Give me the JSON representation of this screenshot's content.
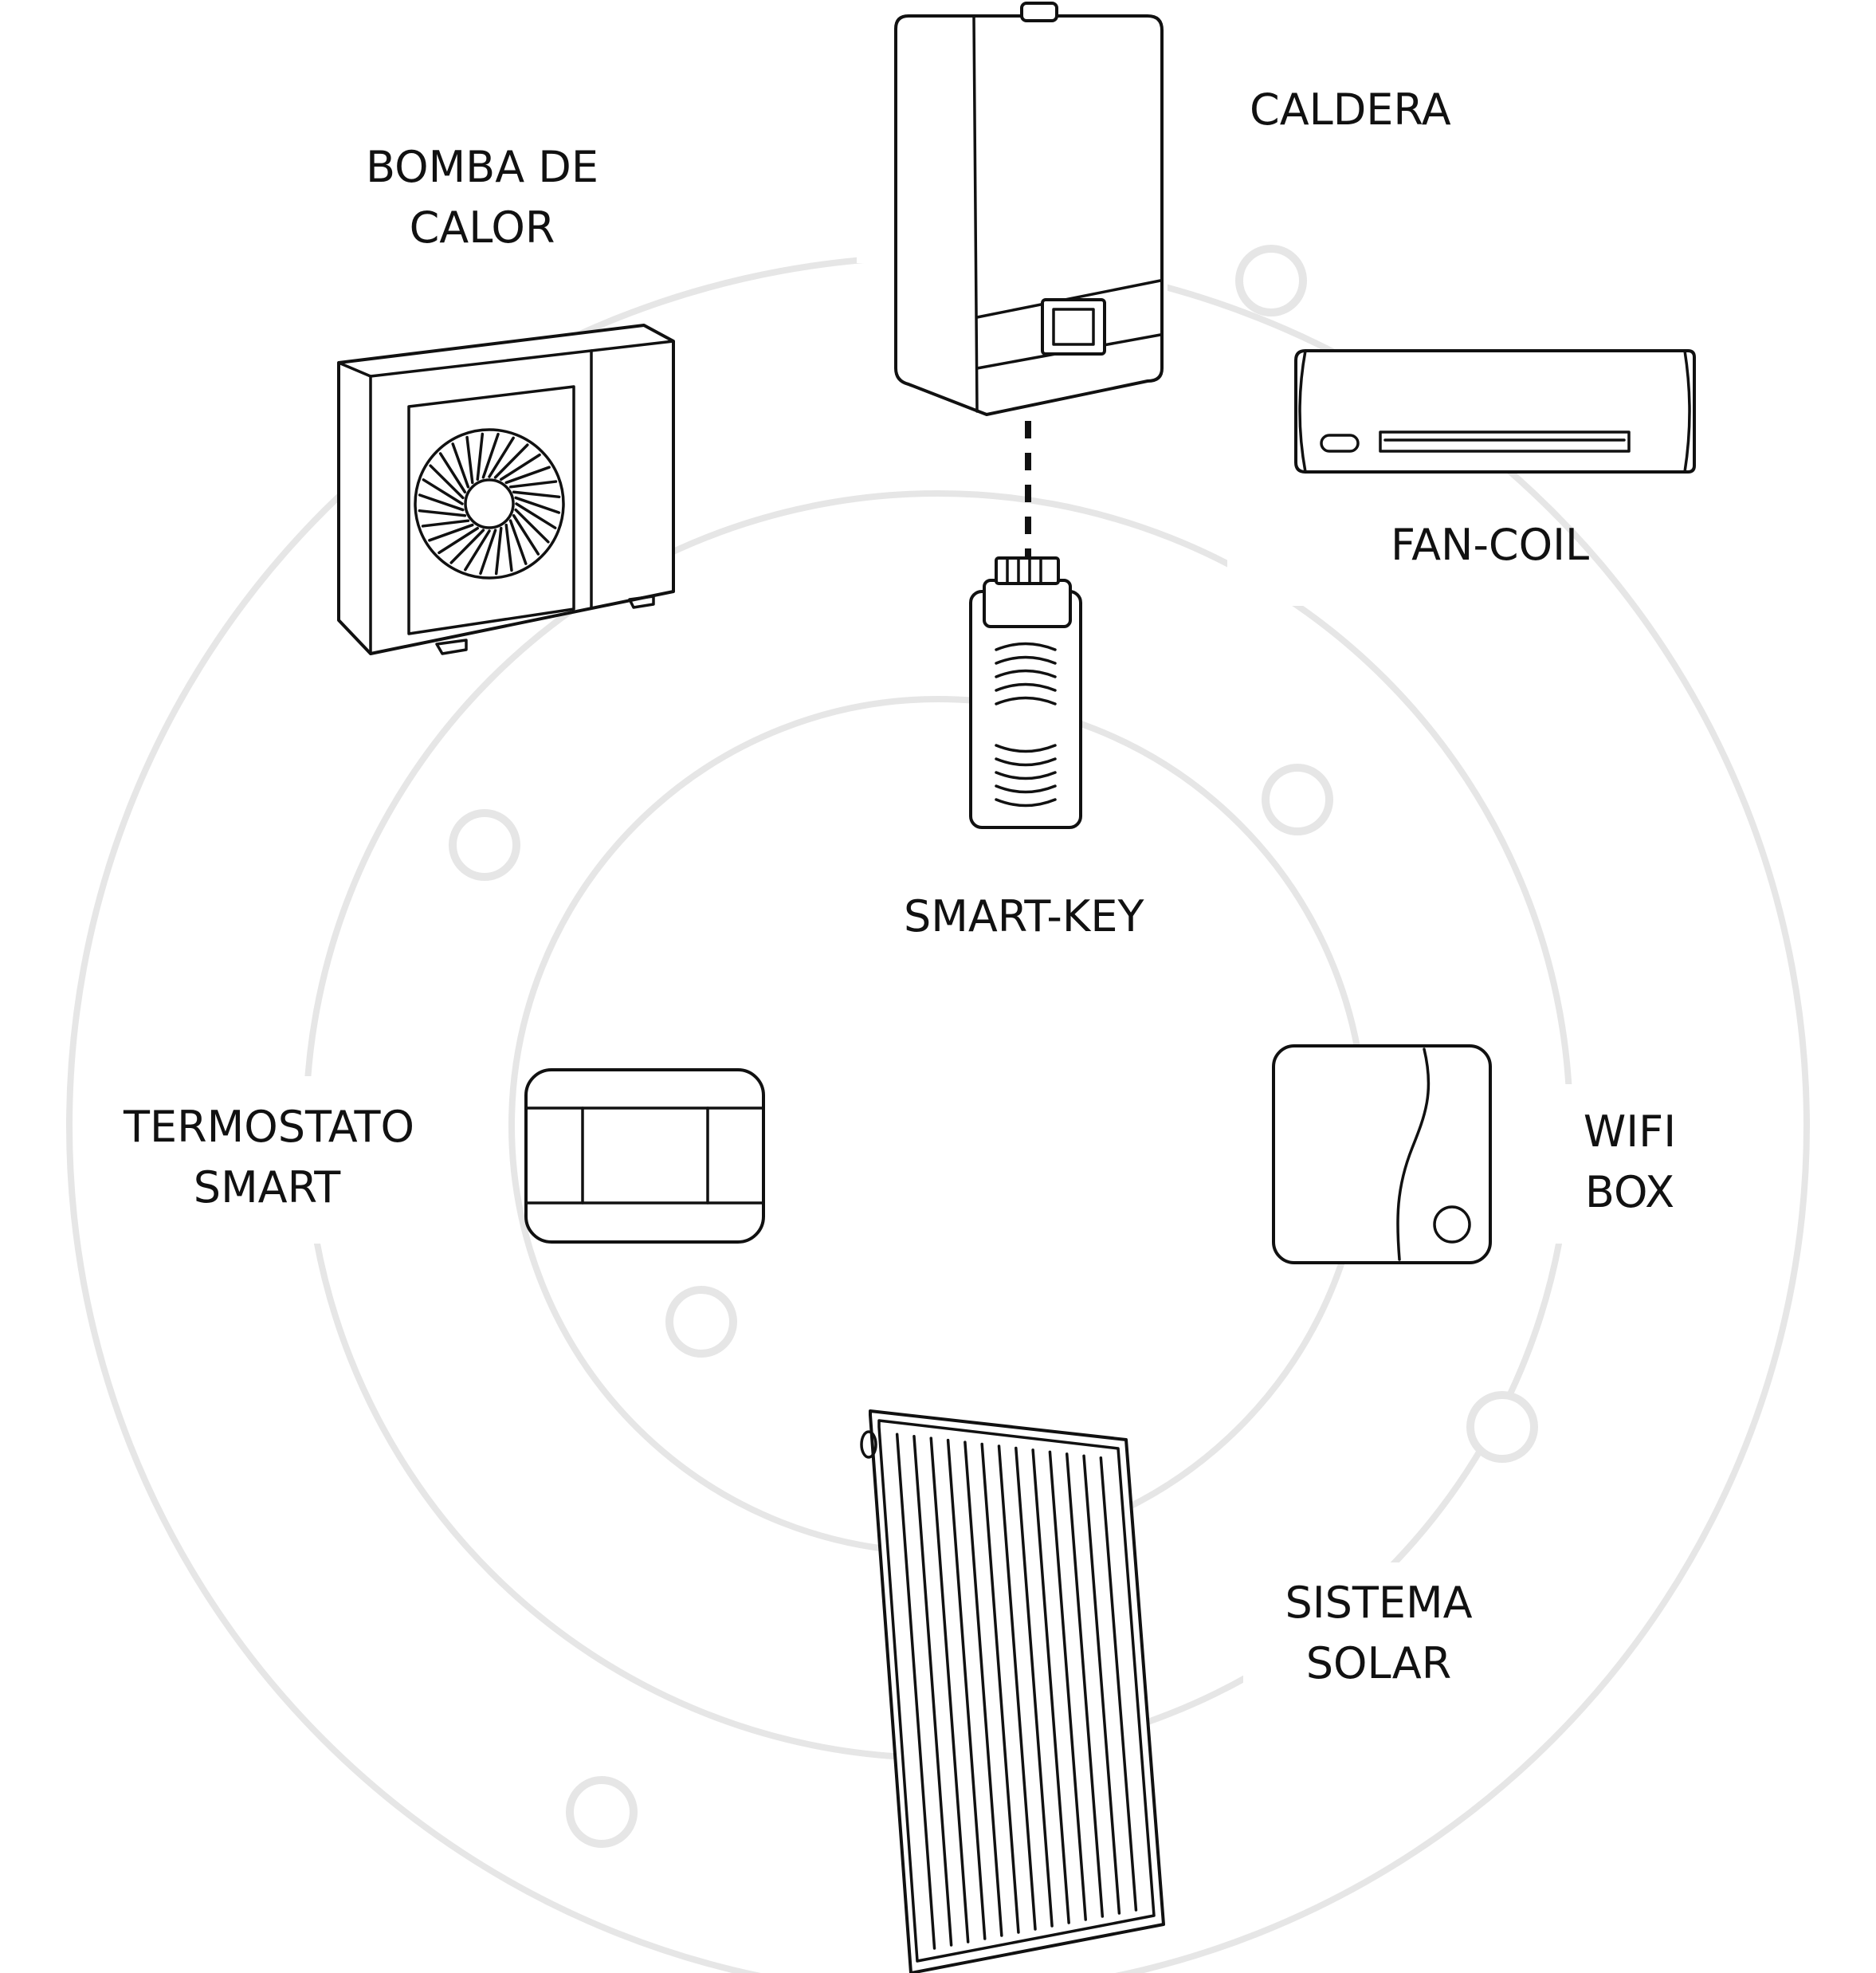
{
  "labels": {
    "caldera": "CALDERA",
    "bomba_line1": "BOMBA DE",
    "bomba_line2": "CALOR",
    "fancoil": "FAN-COIL",
    "smartkey": "SMART-KEY",
    "termostato_line1": "TERMOSTATO",
    "termostato_line2": "SMART",
    "wifi_line1": "WIFI",
    "wifi_line2": "BOX",
    "solar_line1": "SISTEMA",
    "solar_line2": "SOLAR"
  },
  "colors": {
    "ring": "#e6e6e6",
    "stroke": "#111111",
    "background": "#ffffff"
  }
}
